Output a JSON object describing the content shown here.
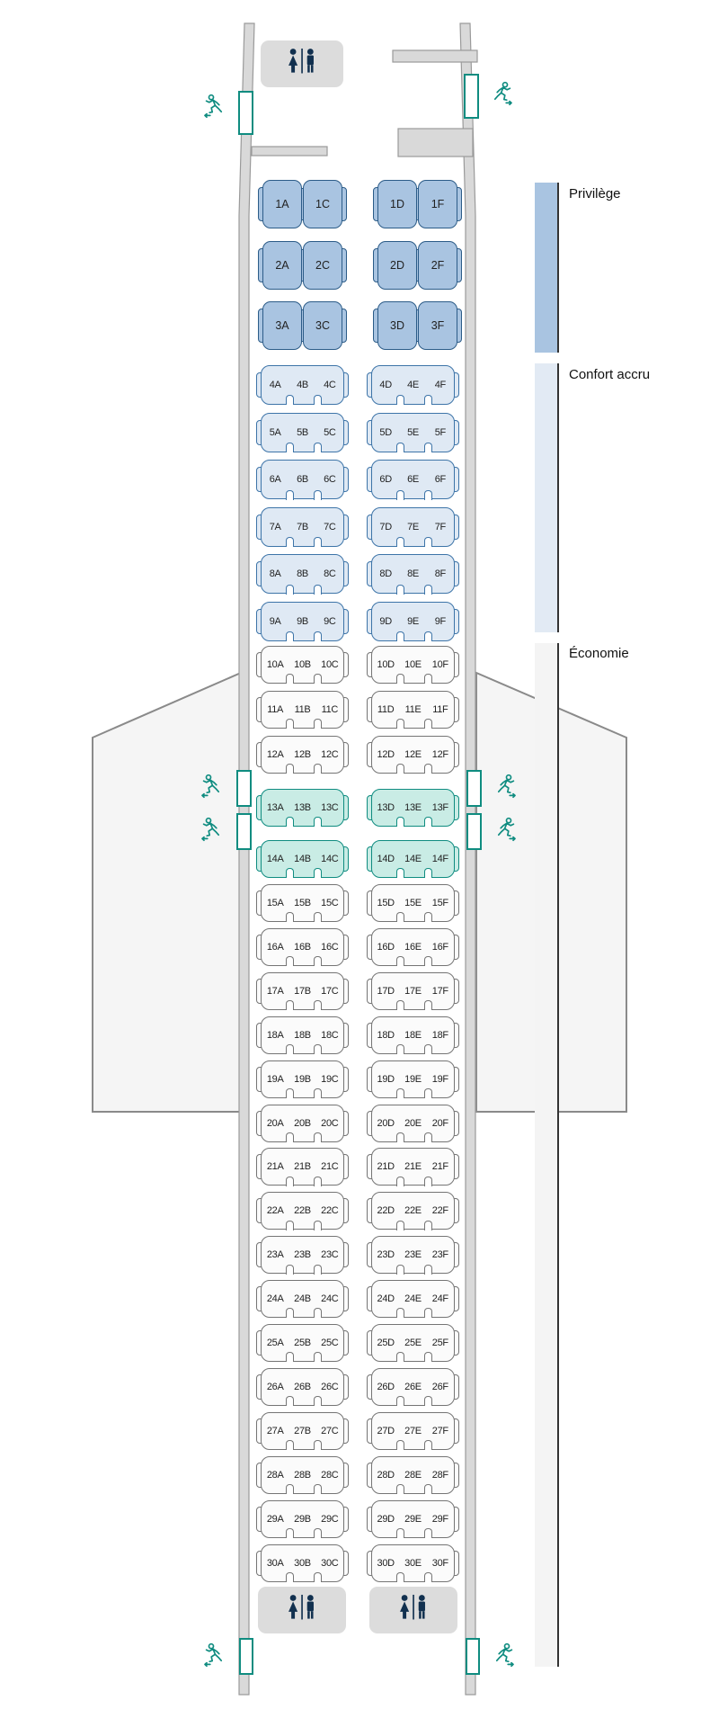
{
  "legend": {
    "items": [
      {
        "label": "Privilège",
        "color": "#a9c4e1"
      },
      {
        "label": "Confort accru",
        "color": "#e2eaf4"
      },
      {
        "label": "Économie",
        "color": "#f4f4f4"
      }
    ]
  },
  "colors": {
    "teal": "#0f8c80",
    "privilege_fill": "#a9c4e1",
    "privilege_border": "#2c5c88",
    "confort_fill": "#dfe9f4",
    "confort_border": "#3d74a8",
    "economy_fill": "#fbfbfb",
    "economy_border": "#757575",
    "exit_fill": "#c9ece5",
    "exit_border": "#0f8c80"
  },
  "cabin": {
    "rows": [
      {
        "num": 1,
        "section": "privilege",
        "left": [
          "1A",
          "1C"
        ],
        "right": [
          "1D",
          "1F"
        ],
        "exit": false
      },
      {
        "num": 2,
        "section": "privilege",
        "left": [
          "2A",
          "2C"
        ],
        "right": [
          "2D",
          "2F"
        ],
        "exit": false
      },
      {
        "num": 3,
        "section": "privilege",
        "left": [
          "3A",
          "3C"
        ],
        "right": [
          "3D",
          "3F"
        ],
        "exit": false
      },
      {
        "num": 4,
        "section": "confort",
        "left": [
          "4A",
          "4B",
          "4C"
        ],
        "right": [
          "4D",
          "4E",
          "4F"
        ],
        "exit": false
      },
      {
        "num": 5,
        "section": "confort",
        "left": [
          "5A",
          "5B",
          "5C"
        ],
        "right": [
          "5D",
          "5E",
          "5F"
        ],
        "exit": false
      },
      {
        "num": 6,
        "section": "confort",
        "left": [
          "6A",
          "6B",
          "6C"
        ],
        "right": [
          "6D",
          "6E",
          "6F"
        ],
        "exit": false
      },
      {
        "num": 7,
        "section": "confort",
        "left": [
          "7A",
          "7B",
          "7C"
        ],
        "right": [
          "7D",
          "7E",
          "7F"
        ],
        "exit": false
      },
      {
        "num": 8,
        "section": "confort",
        "left": [
          "8A",
          "8B",
          "8C"
        ],
        "right": [
          "8D",
          "8E",
          "8F"
        ],
        "exit": false
      },
      {
        "num": 9,
        "section": "confort",
        "left": [
          "9A",
          "9B",
          "9C"
        ],
        "right": [
          "9D",
          "9E",
          "9F"
        ],
        "exit": false
      },
      {
        "num": 10,
        "section": "economy",
        "left": [
          "10A",
          "10B",
          "10C"
        ],
        "right": [
          "10D",
          "10E",
          "10F"
        ],
        "exit": false
      },
      {
        "num": 11,
        "section": "economy",
        "left": [
          "11A",
          "11B",
          "11C"
        ],
        "right": [
          "11D",
          "11E",
          "11F"
        ],
        "exit": false
      },
      {
        "num": 12,
        "section": "economy",
        "left": [
          "12A",
          "12B",
          "12C"
        ],
        "right": [
          "12D",
          "12E",
          "12F"
        ],
        "exit": false
      },
      {
        "num": 13,
        "section": "economy",
        "left": [
          "13A",
          "13B",
          "13C"
        ],
        "right": [
          "13D",
          "13E",
          "13F"
        ],
        "exit": true
      },
      {
        "num": 14,
        "section": "economy",
        "left": [
          "14A",
          "14B",
          "14C"
        ],
        "right": [
          "14D",
          "14E",
          "14F"
        ],
        "exit": true
      },
      {
        "num": 15,
        "section": "economy",
        "left": [
          "15A",
          "15B",
          "15C"
        ],
        "right": [
          "15D",
          "15E",
          "15F"
        ],
        "exit": false
      },
      {
        "num": 16,
        "section": "economy",
        "left": [
          "16A",
          "16B",
          "16C"
        ],
        "right": [
          "16D",
          "16E",
          "16F"
        ],
        "exit": false
      },
      {
        "num": 17,
        "section": "economy",
        "left": [
          "17A",
          "17B",
          "17C"
        ],
        "right": [
          "17D",
          "17E",
          "17F"
        ],
        "exit": false
      },
      {
        "num": 18,
        "section": "economy",
        "left": [
          "18A",
          "18B",
          "18C"
        ],
        "right": [
          "18D",
          "18E",
          "18F"
        ],
        "exit": false
      },
      {
        "num": 19,
        "section": "economy",
        "left": [
          "19A",
          "19B",
          "19C"
        ],
        "right": [
          "19D",
          "19E",
          "19F"
        ],
        "exit": false
      },
      {
        "num": 20,
        "section": "economy",
        "left": [
          "20A",
          "20B",
          "20C"
        ],
        "right": [
          "20D",
          "20E",
          "20F"
        ],
        "exit": false
      },
      {
        "num": 21,
        "section": "economy",
        "left": [
          "21A",
          "21B",
          "21C"
        ],
        "right": [
          "21D",
          "21E",
          "21F"
        ],
        "exit": false
      },
      {
        "num": 22,
        "section": "economy",
        "left": [
          "22A",
          "22B",
          "22C"
        ],
        "right": [
          "22D",
          "22E",
          "22F"
        ],
        "exit": false
      },
      {
        "num": 23,
        "section": "economy",
        "left": [
          "23A",
          "23B",
          "23C"
        ],
        "right": [
          "23D",
          "23E",
          "23F"
        ],
        "exit": false
      },
      {
        "num": 24,
        "section": "economy",
        "left": [
          "24A",
          "24B",
          "24C"
        ],
        "right": [
          "24D",
          "24E",
          "24F"
        ],
        "exit": false
      },
      {
        "num": 25,
        "section": "economy",
        "left": [
          "25A",
          "25B",
          "25C"
        ],
        "right": [
          "25D",
          "25E",
          "25F"
        ],
        "exit": false
      },
      {
        "num": 26,
        "section": "economy",
        "left": [
          "26A",
          "26B",
          "26C"
        ],
        "right": [
          "26D",
          "26E",
          "26F"
        ],
        "exit": false
      },
      {
        "num": 27,
        "section": "economy",
        "left": [
          "27A",
          "27B",
          "27C"
        ],
        "right": [
          "27D",
          "27E",
          "27F"
        ],
        "exit": false
      },
      {
        "num": 28,
        "section": "economy",
        "left": [
          "28A",
          "28B",
          "28C"
        ],
        "right": [
          "28D",
          "28E",
          "28F"
        ],
        "exit": false
      },
      {
        "num": 29,
        "section": "economy",
        "left": [
          "29A",
          "29B",
          "29C"
        ],
        "right": [
          "29D",
          "29E",
          "29F"
        ],
        "exit": false
      },
      {
        "num": 30,
        "section": "economy",
        "left": [
          "30A",
          "30B",
          "30C"
        ],
        "right": [
          "30D",
          "30E",
          "30F"
        ],
        "exit": false
      }
    ]
  }
}
